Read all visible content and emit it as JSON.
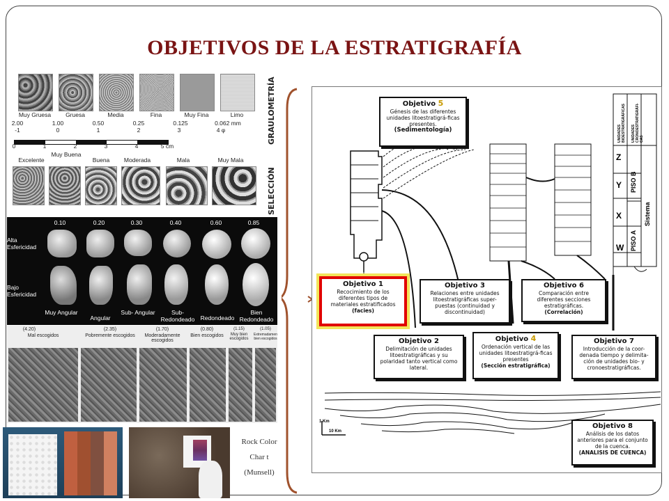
{
  "title": "OBJETIVOS DE LA  ESTRATIGRAFÍA",
  "granulometry": {
    "label": "GRAULOMETRÍA",
    "classes": [
      "Muy Gruesa",
      "Gruesa",
      "Media",
      "Fina",
      "Muy Fina",
      "Limo"
    ],
    "mm_values": [
      "2.00",
      "1.00",
      "0.50",
      "0.25",
      "0.125",
      "0.062 mm"
    ],
    "phi_values": [
      "-1",
      "0",
      "1",
      "2",
      "3",
      "4 φ"
    ],
    "scale_ticks": [
      "0",
      "1",
      "2",
      "3",
      "4",
      "5 cm"
    ]
  },
  "sorting": {
    "label": "SELECCIÓN",
    "classes": [
      "Excelente",
      "Muy Buena",
      "Buena",
      "Moderada",
      "Mala",
      "Muy Mala"
    ]
  },
  "roundness": {
    "values": [
      "0.10",
      "0.20",
      "0.30",
      "0.40",
      "0.60",
      "0.85"
    ],
    "high_label": "Alta Esfericidad",
    "low_label": "Bajo Esfericidad",
    "classes": [
      "Muy Angular",
      "Angular",
      "Sub- Angular",
      "Sub- Redondeado",
      "Redondeado",
      "Bien Redondeado"
    ]
  },
  "sorting_photos": {
    "values": [
      "(4.20)",
      "(2.35)",
      "(1.70)",
      "(0.80)",
      "(1.15)",
      "(1.05)"
    ],
    "labels": [
      "Mal escogidos",
      "Pobremente escogidos",
      "Moderadamente escogidos",
      "Bien escogidos",
      "Muy bien escogidos",
      "Extremadamente bien escogidos"
    ]
  },
  "caption": [
    "Rock Color",
    "Char t",
    "(Munsell)"
  ],
  "diagram": {
    "columns_header": [
      "UNIDADES BIOESTRATIGRÁFICAS",
      "UNIDADES CRONOESTRATIGRÁFI-CAS"
    ],
    "zones": [
      "Z",
      "Y",
      "X",
      "W"
    ],
    "pisos": [
      "PISO B",
      "PISO A"
    ],
    "sistema": "Sistema",
    "scale_v": "1 Km",
    "scale_h": "10 Km",
    "objectives": [
      {
        "title": "Objetivo",
        "num": "5",
        "text": "Génesis de las diferentes unidades litoestratigrá-ficas presentes.",
        "tag": "(Sedimentología)"
      },
      {
        "title": "Objetivo 1",
        "num": "",
        "text": "Recocimiento de los diferentes tipos de materiales estratificados",
        "tag": "(facies)"
      },
      {
        "title": "Objetivo 3",
        "num": "",
        "text": "Relaciones entre unidades litoestratigráficas super-puestas  (continuidad y discontinuidad)",
        "tag": ""
      },
      {
        "title": "Objetivo 6",
        "num": "",
        "text": "Comparación entre diferentes secciones estratigráficas.",
        "tag": "(Correlación)"
      },
      {
        "title": "Objetivo 2",
        "num": "",
        "text": "Delimitación de unidades litoestratigráficas y su polaridad tanto vertical como lateral.",
        "tag": ""
      },
      {
        "title": "Objetivo",
        "num": "4",
        "text": "Ordenación vertical de las unidades litoestratigrá-ficas presentes",
        "tag": "(Sección estratigráfica)"
      },
      {
        "title": "Objetivo 7",
        "num": "",
        "text": "Introducción de la coor-denada tiempo y delimita-ción de unidades bio- y cronoestratigráficas.",
        "tag": ""
      },
      {
        "title": "Objetivo 8",
        "num": "",
        "text": "Análisis de los datos anteriores para el conjunto de la cuenca.",
        "tag": "(ANALISIS DE CUENCA)"
      }
    ]
  },
  "colors": {
    "title": "#7a1414",
    "brace": "#a0522d",
    "highlight": "#e10000",
    "glow": "#f2e45a",
    "accent_num": "#c89a00"
  }
}
